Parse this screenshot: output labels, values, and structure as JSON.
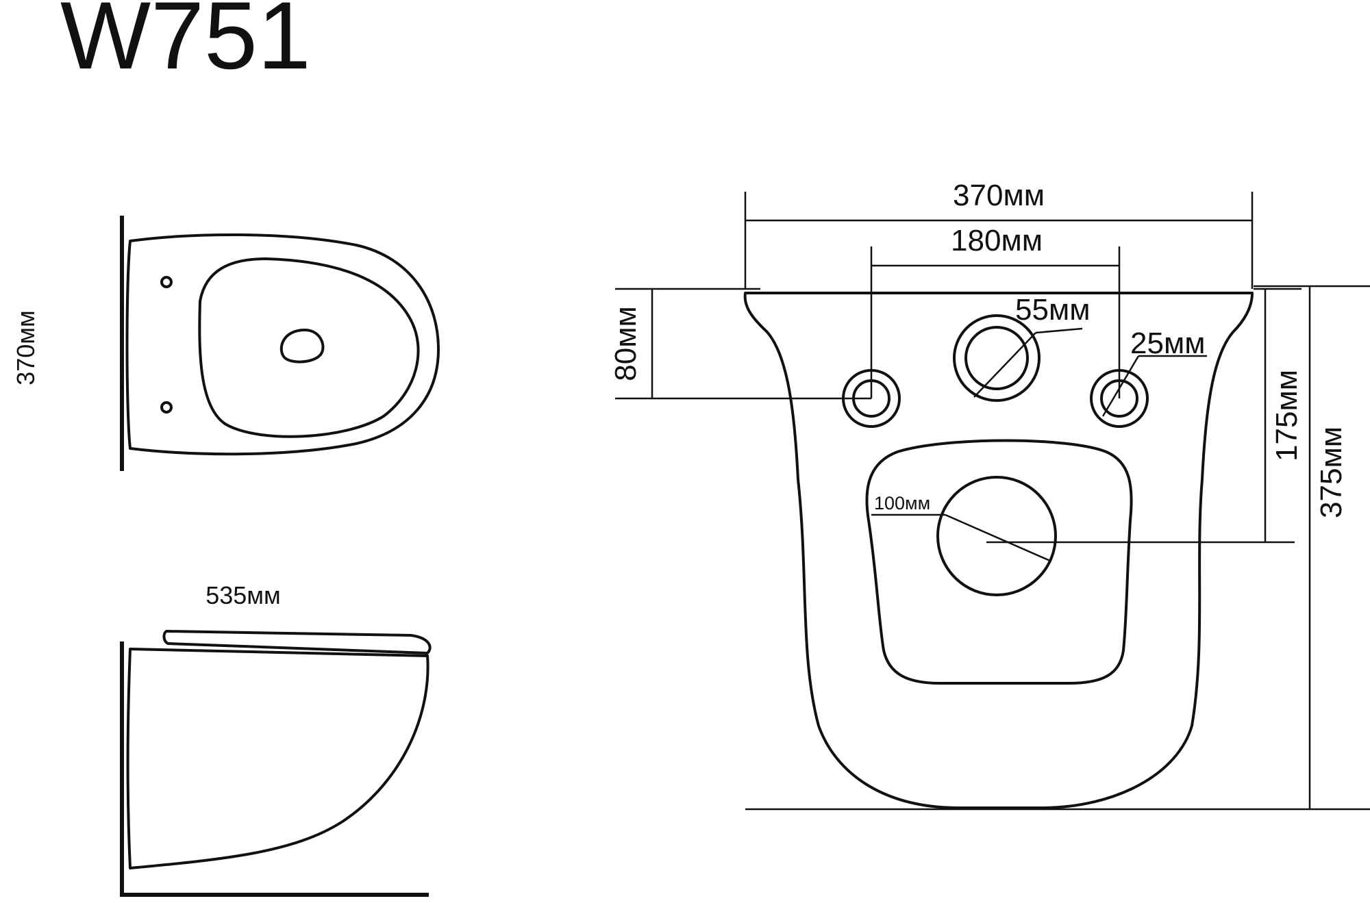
{
  "model": "W751",
  "top_view": {
    "width_label": "370мм"
  },
  "side_view": {
    "length_label": "535мм"
  },
  "back_view": {
    "overall_width": "370мм",
    "bolt_spacing": "180мм",
    "inlet_diameter": "55мм",
    "bolt_hole_diameter": "25мм",
    "bolt_height": "80мм",
    "outlet_height": "175мм",
    "total_height": "375мм",
    "outlet_diameter": "100мм"
  },
  "colors": {
    "line": "#111111",
    "background": "#ffffff"
  }
}
